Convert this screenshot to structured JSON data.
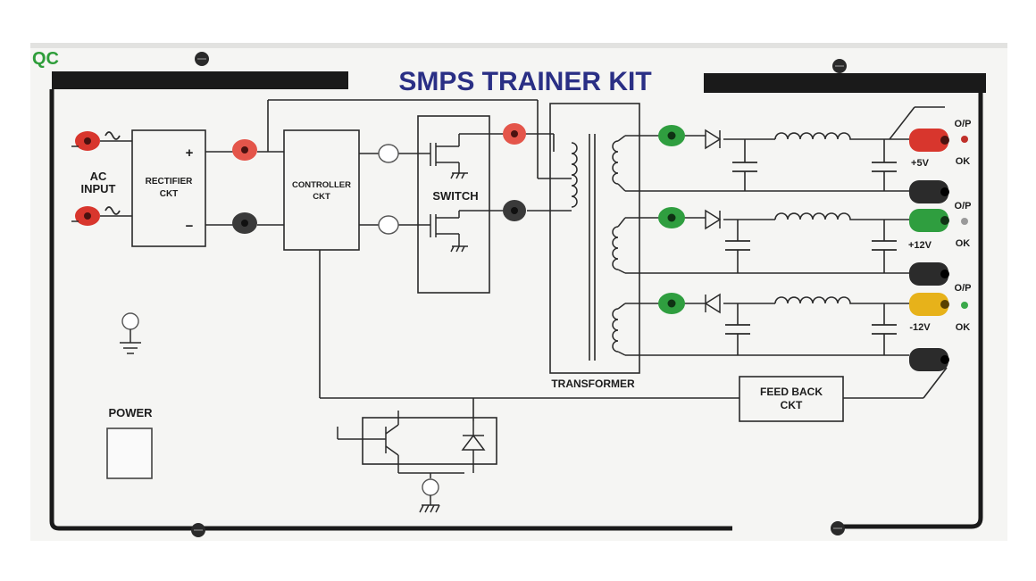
{
  "panel": {
    "logo": "QC",
    "title": "SMPS TRAINER KIT"
  },
  "labels": {
    "ac_input_line1": "AC",
    "ac_input_line2": "INPUT",
    "rectifier_line1": "RECTIFIER",
    "rectifier_line2": "CKT",
    "plus": "+",
    "minus": "−",
    "controller_line1": "CONTROLLER",
    "controller_line2": "CKT",
    "switch": "SWITCH",
    "transformer": "TRANSFORMER",
    "feedback_line1": "FEED BACK",
    "feedback_line2": "CKT",
    "power": "POWER",
    "out1_op": "O/P",
    "out1_voltage": "+5V",
    "out1_ok": "OK",
    "out2_op": "O/P",
    "out2_voltage": "+12V",
    "out2_ok": "OK",
    "out3_op": "O/P",
    "out3_voltage": "-12V",
    "out3_ok": "OK"
  },
  "colors": {
    "background": "#ffffff",
    "panel": "#f6f6f4",
    "frame": "#1a1a1a",
    "line": "#2a2a2a",
    "title": "#2a2f85",
    "logo": "#2e9d3a",
    "socket_red": "#d8362d",
    "socket_black": "#2b2b2b",
    "socket_green": "#2f9e3f",
    "socket_yellow": "#e7b21a",
    "led_red": "#c0302a",
    "led_green": "#3aa94a"
  },
  "icons": {
    "ac_source": "sine-wave-icon",
    "ground": "ground-icon",
    "diode": "diode-icon",
    "inductor": "inductor-icon",
    "capacitor": "capacitor-icon",
    "mosfet": "mosfet-icon",
    "transistor": "transistor-icon"
  }
}
